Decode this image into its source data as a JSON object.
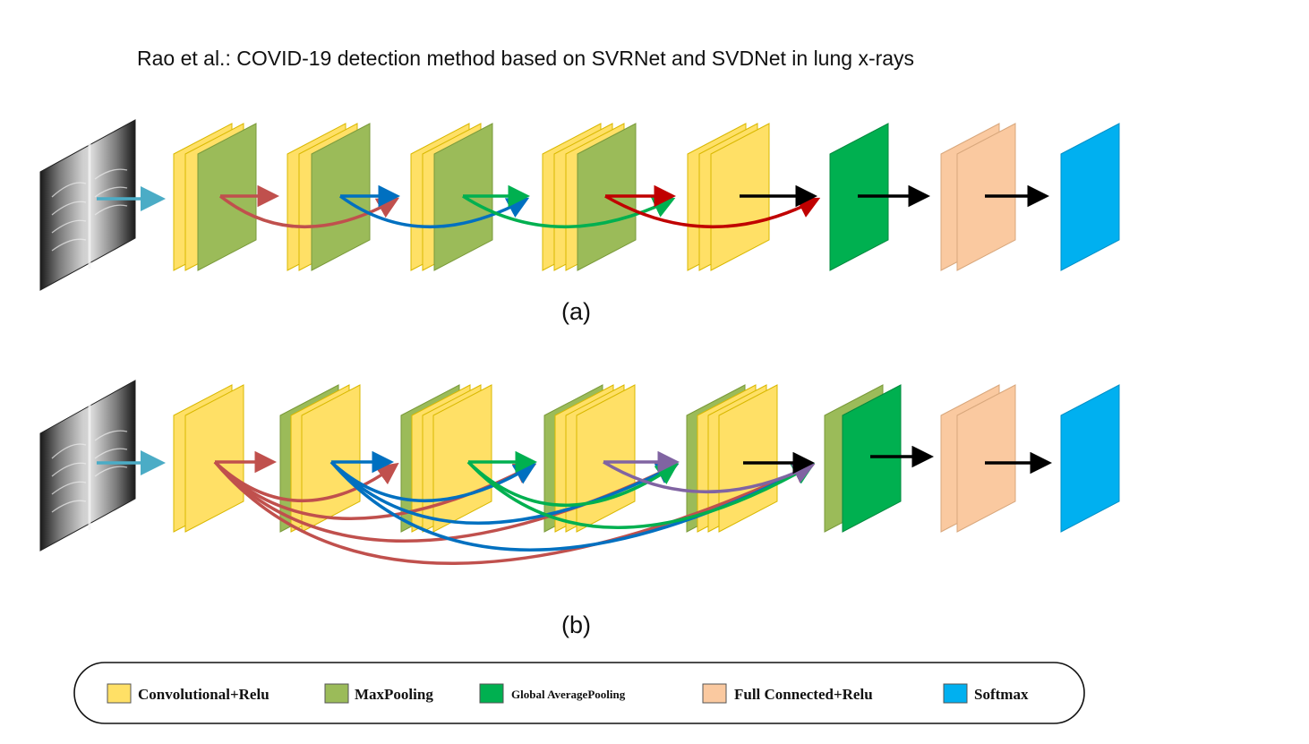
{
  "title": "Rao et al.: COVID-19 detection method based on SVRNet and SVDNet in lung x-rays",
  "colors": {
    "conv": "#FFE066",
    "maxpool": "#9BBB59",
    "gap": "#00B050",
    "fc": "#FAC9A0",
    "softmax": "#00B0F0",
    "input_arrow": "#4BACC6",
    "arrow_red": "#C0504D",
    "arrow_darkred": "#C00000",
    "arrow_blue": "#0070C0",
    "arrow_green": "#00B050",
    "arrow_purple": "#8064A2",
    "arrow_black": "#000000"
  },
  "panel_a": {
    "label": "(a)",
    "stages": [
      "input-xray",
      "conv-maxpool-1",
      "conv-maxpool-2",
      "conv-maxpool-3",
      "conv-maxpool-4",
      "conv-block",
      "global-average-pooling",
      "full-connected",
      "softmax"
    ]
  },
  "panel_b": {
    "label": "(b)",
    "stages": [
      "input-xray",
      "conv",
      "maxpool-conv-1",
      "maxpool-conv-2",
      "maxpool-conv-3",
      "maxpool-conv-4",
      "maxpool-global-average-pooling",
      "full-connected",
      "softmax"
    ]
  },
  "legend": {
    "items": [
      {
        "label": "Convolutional+Relu",
        "color": "#FFE066"
      },
      {
        "label": "MaxPooling",
        "color": "#9BBB59"
      },
      {
        "label": "Global AveragePooling",
        "color": "#00B050"
      },
      {
        "label": "Full Connected+Relu",
        "color": "#FAC9A0"
      },
      {
        "label": "Softmax",
        "color": "#00B0F0"
      }
    ]
  }
}
